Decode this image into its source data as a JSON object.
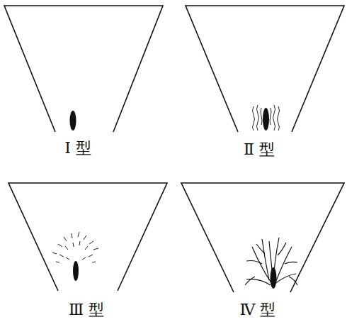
{
  "diagram": {
    "labels": [
      "Ⅰ 型",
      "Ⅱ 型",
      "Ⅲ 型",
      "Ⅳ 型"
    ]
  }
}
